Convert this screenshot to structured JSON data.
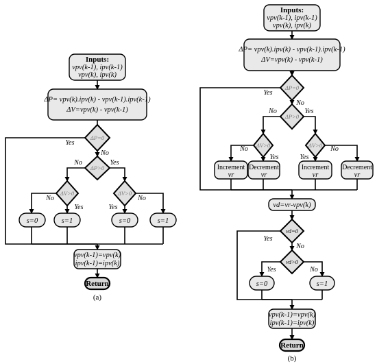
{
  "left": {
    "inputs_title": "Inputs:",
    "inputs_line1": "vpv(k-1), ipv(k-1)",
    "inputs_line2": "vpv(k), ipv(k)",
    "calc_line1": "ΔP= vpv(k).ipv(k) - vpv(k-1).ipv(k-1)",
    "calc_line2": "ΔV=vpv(k) - vpv(k-1)",
    "d1": "ΔP=0",
    "d2": "ΔP>0",
    "d3a": "ΔV>0",
    "d3b": "ΔV>0",
    "s1": "s=0",
    "s2": "s=1",
    "s3": "s=0",
    "s4": "s=1",
    "update_line1": "vpv(k-1)=vpv(k)",
    "update_line2": "ipv(k-1)=ipv(k)",
    "return": "Return",
    "caption": "(a)"
  },
  "right": {
    "inputs_title": "Inputs:",
    "inputs_line1": "vpv(k-1), ipv(k-1)",
    "inputs_line2": "vpv(k), ipv(k)",
    "calc_line1": "ΔP= vpv(k).ipv(k) - vpv(k-1).ipv(k-1)",
    "calc_line2": "ΔV=vpv(k) - vpv(k-1)",
    "d1": "ΔP=0",
    "d2": "ΔP>0",
    "d3a": "ΔV>0",
    "d3b": "ΔV>0",
    "act1": "Increment",
    "act2": "Decrement",
    "act3": "Increment",
    "act4": "Decrement",
    "act_var": "vr",
    "verr": "vd=vr-vpv(k)",
    "d4": "vd=0",
    "d5": "vd>0",
    "s1": "s=0",
    "s2": "s=1",
    "update_line1": "vpv(k-1)=vpv(k)",
    "update_line2": "ipv(k-1)=ipv(k)",
    "return": "Return",
    "caption": "(b)"
  },
  "labels": {
    "yes": "Yes",
    "no": "No"
  }
}
